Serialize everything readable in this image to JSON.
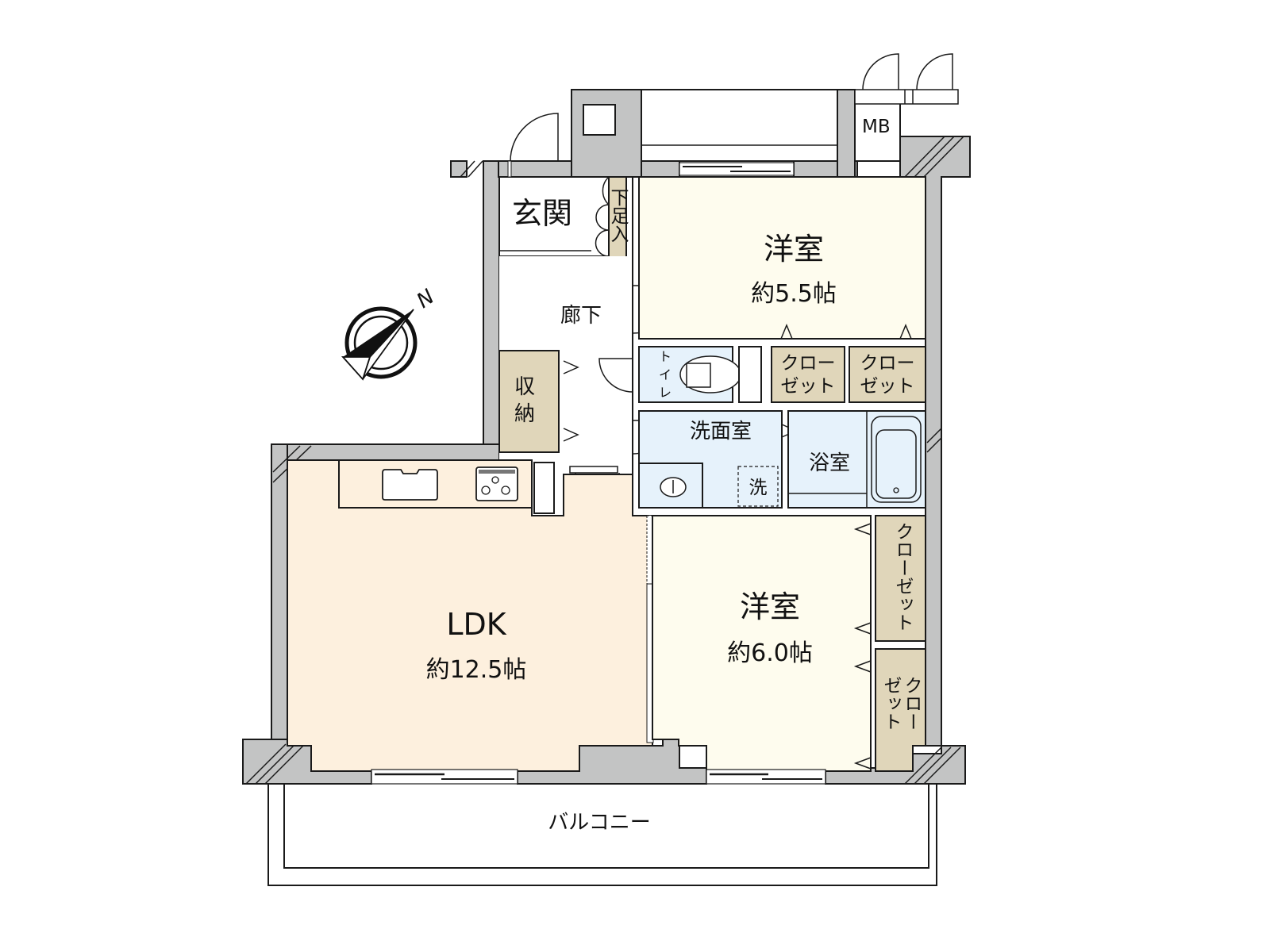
{
  "floor_plan": {
    "compass": {
      "label": "N"
    },
    "colors": {
      "wall": "#c3c4c4",
      "ldk": "#fdf0de",
      "bedroom": "#fefcee",
      "wet_area": "#e6f2fb",
      "storage": "#e0d6ba",
      "line": "#1a1a1a"
    },
    "rooms": {
      "entrance": {
        "label": "玄関"
      },
      "shoe_box": {
        "label": "下足入"
      },
      "hallway": {
        "label": "廊下"
      },
      "storage": {
        "label": "収納"
      },
      "bedroom1": {
        "label": "洋室",
        "area": "約5.5帖"
      },
      "toilet": {
        "label": "トイレ"
      },
      "closet1": {
        "label_line1": "クロー",
        "label_line2": "ゼット"
      },
      "closet2": {
        "label_line1": "クロー",
        "label_line2": "ゼット"
      },
      "washroom": {
        "label": "洗面室"
      },
      "washer": {
        "label": "洗"
      },
      "bath": {
        "label": "浴室"
      },
      "ldk": {
        "label": "LDK",
        "area": "約12.5帖"
      },
      "bedroom2": {
        "label": "洋室",
        "area": "約6.0帖"
      },
      "closet3": {
        "label": "クローゼット"
      },
      "closet4": {
        "label_line1": "クロー",
        "label_line2": "ゼット"
      },
      "balcony": {
        "label": "バルコニー"
      },
      "meter_box": {
        "label": "MB"
      }
    }
  }
}
